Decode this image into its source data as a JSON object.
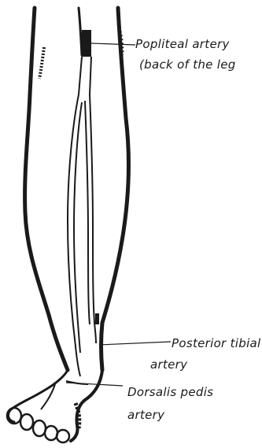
{
  "labels": {
    "popliteal_line1": "Popliteal artery",
    "popliteal_line2": "(back of the leg",
    "posterior_tibial_line1": "Posterior tibial",
    "posterior_tibial_line2": "artery",
    "dorsalis_pedis_line1": "Dorsalis pedis",
    "dorsalis_pedis_line2": "artery"
  },
  "colors": {
    "ink": "#1a1a1a",
    "background": "#ffffff"
  }
}
